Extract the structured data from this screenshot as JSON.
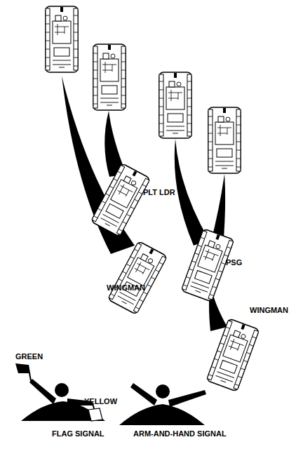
{
  "diagram": {
    "labels": [
      "PLT LDR",
      "WINGMAN",
      "PSG",
      "WINGMAN",
      "GREEN",
      "YELLOW",
      "FLAG SIGNAL",
      "ARM-AND-HAND SIGNAL"
    ]
  }
}
